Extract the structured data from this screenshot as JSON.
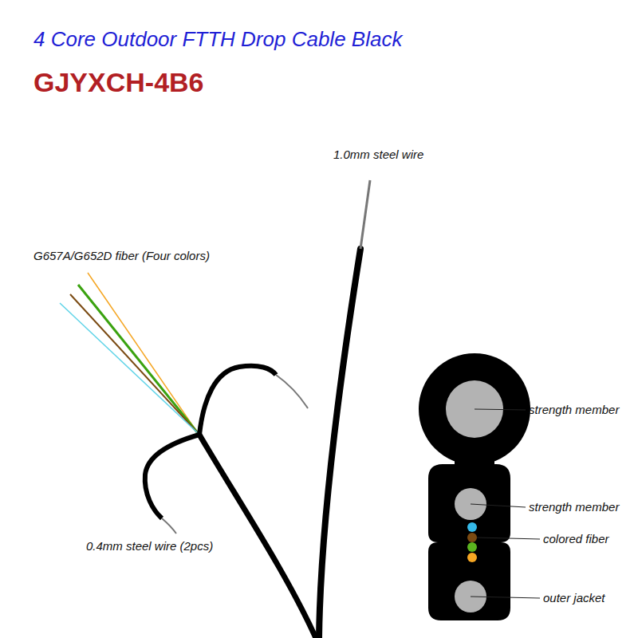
{
  "diagram": {
    "title": "4 Core Outdoor FTTH Drop Cable Black",
    "labels": [
      "GJYXCH-4B6",
      "1.0mm steel wire",
      "G657A/G652D fiber (Four colors)",
      "0.4mm steel wire (2pcs)",
      "strength member",
      "strength member",
      "colored fiber",
      "outer jacket"
    ]
  }
}
